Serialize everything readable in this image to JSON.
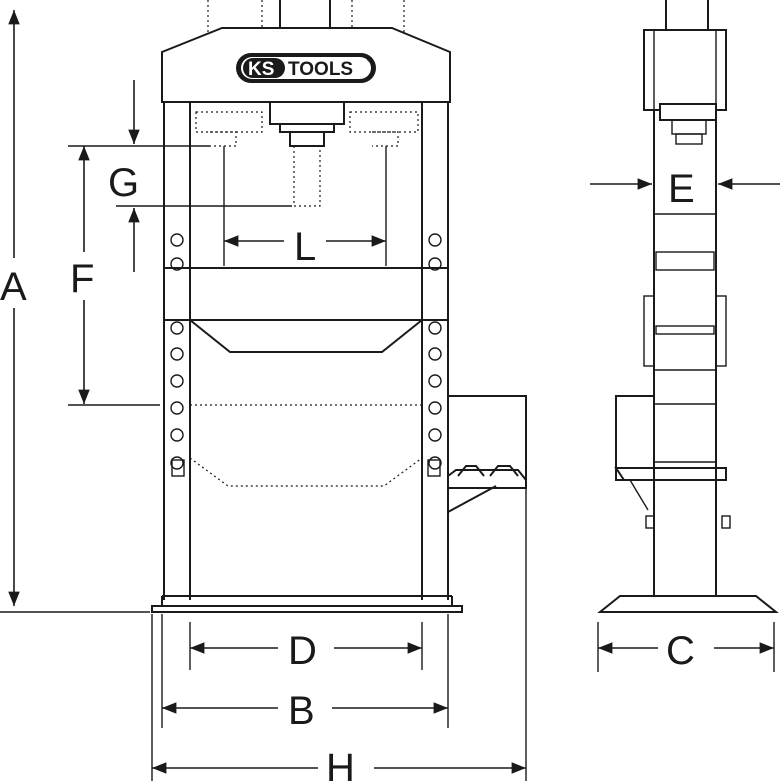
{
  "logo": {
    "ks": "KS",
    "tools": "TOOLS",
    "reg": "®"
  },
  "dimensions": {
    "A": "A",
    "B": "B",
    "C": "C",
    "D": "D",
    "E": "E",
    "F": "F",
    "G": "G",
    "H": "H",
    "L": "L"
  },
  "colors": {
    "line": "#1a1a1a",
    "background": "#ffffff",
    "logo_fill": "#1a1a1a"
  }
}
